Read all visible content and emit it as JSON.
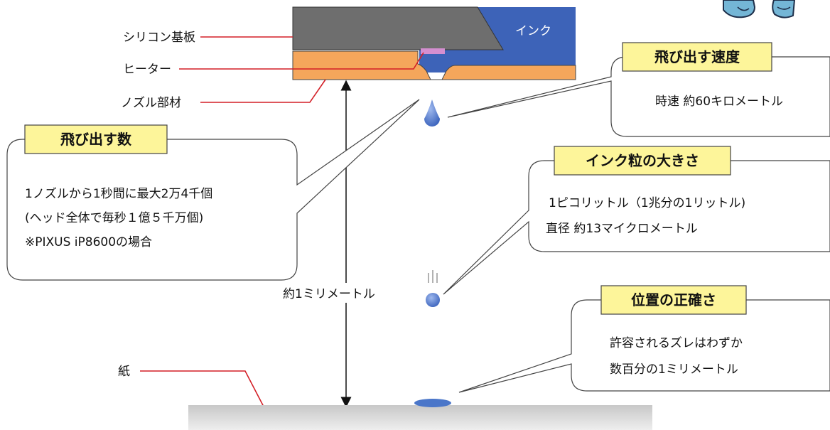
{
  "labels": {
    "substrate": "シリコン基板",
    "heater": "ヒーター",
    "nozzle_member": "ノズル部材",
    "paper": "紙",
    "ink": "インク",
    "distance": "約1ミリメートル"
  },
  "callouts": {
    "speed": {
      "title": "飛び出す速度",
      "lines": [
        "時速 約60キロメートル"
      ]
    },
    "count": {
      "title": "飛び出す数",
      "lines": [
        "1ノズルから1秒間に最大2万4千個",
        "(ヘッド全体で毎秒１億５千万個)",
        "※PIXUS iP8600の場合"
      ]
    },
    "size": {
      "title": "インク粒の大きさ",
      "lines": [
        "1ピコリットル（1兆分の1リットル)",
        "直径 約13マイクロメートル"
      ]
    },
    "accuracy": {
      "title": "位置の正確さ",
      "lines": [
        "許容されるズレはわずか",
        "数百分の1ミリメートル"
      ]
    }
  },
  "colors": {
    "silicon": "#6e6e6e",
    "ink": "#3d63b8",
    "nozzle": "#f5a65b",
    "heater": "#d48fd0",
    "leader": "#d31f26",
    "badge": "#fdf59a",
    "drop": "#4a76c9",
    "paper": "#dcdcdc"
  },
  "icons": [
    "mascot-icon"
  ]
}
